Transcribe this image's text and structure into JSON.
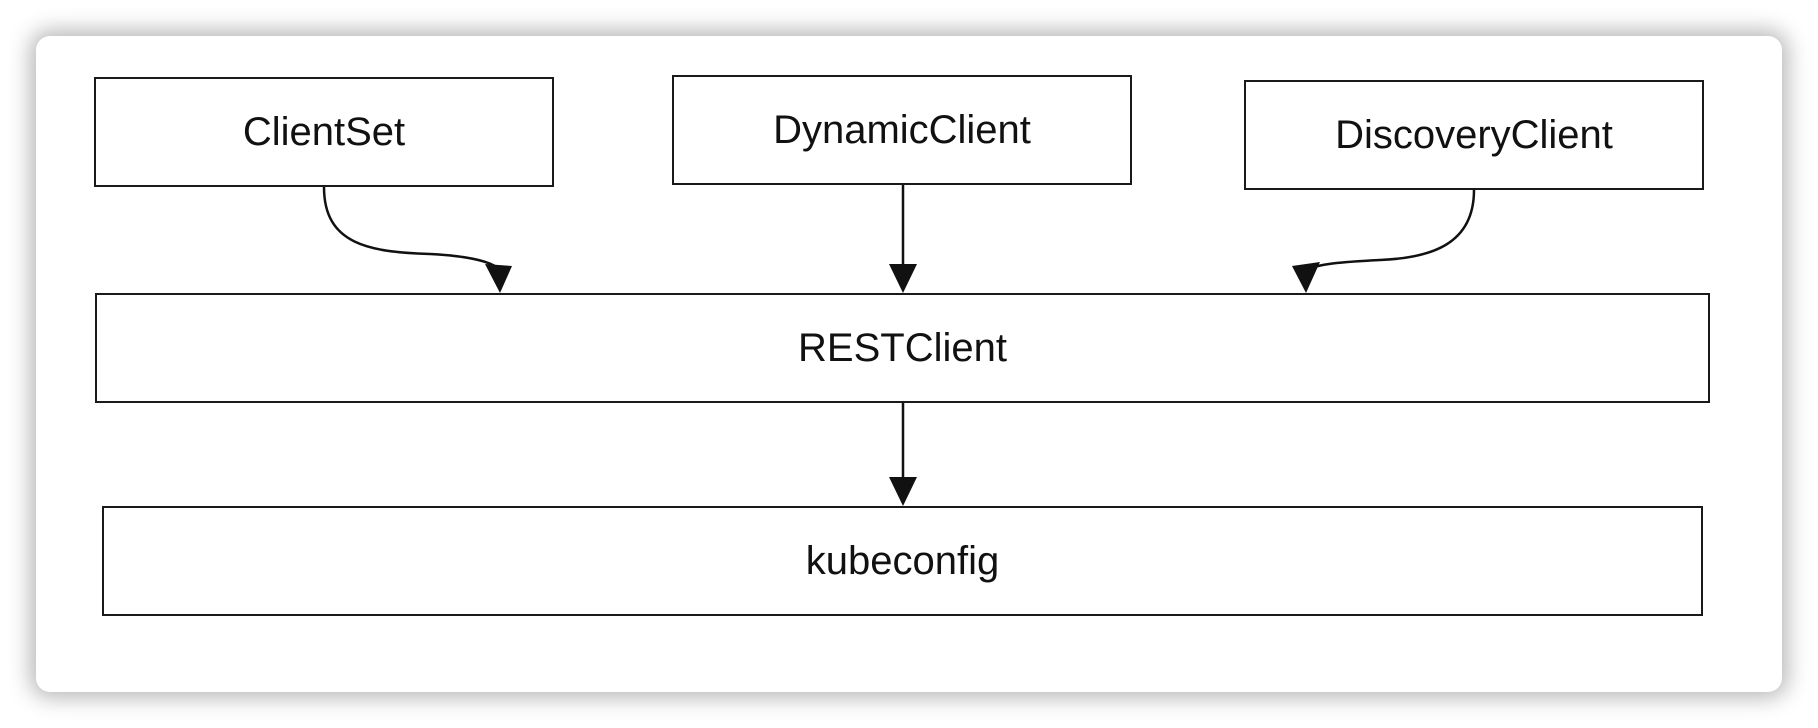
{
  "diagram": {
    "nodes": {
      "clientset": "ClientSet",
      "dynamic_client": "DynamicClient",
      "discovery_client": "DiscoveryClient",
      "rest_client": "RESTClient",
      "kubeconfig": "kubeconfig"
    },
    "edges": [
      {
        "from": "ClientSet",
        "to": "RESTClient"
      },
      {
        "from": "DynamicClient",
        "to": "RESTClient"
      },
      {
        "from": "DiscoveryClient",
        "to": "RESTClient"
      },
      {
        "from": "RESTClient",
        "to": "kubeconfig"
      }
    ]
  }
}
